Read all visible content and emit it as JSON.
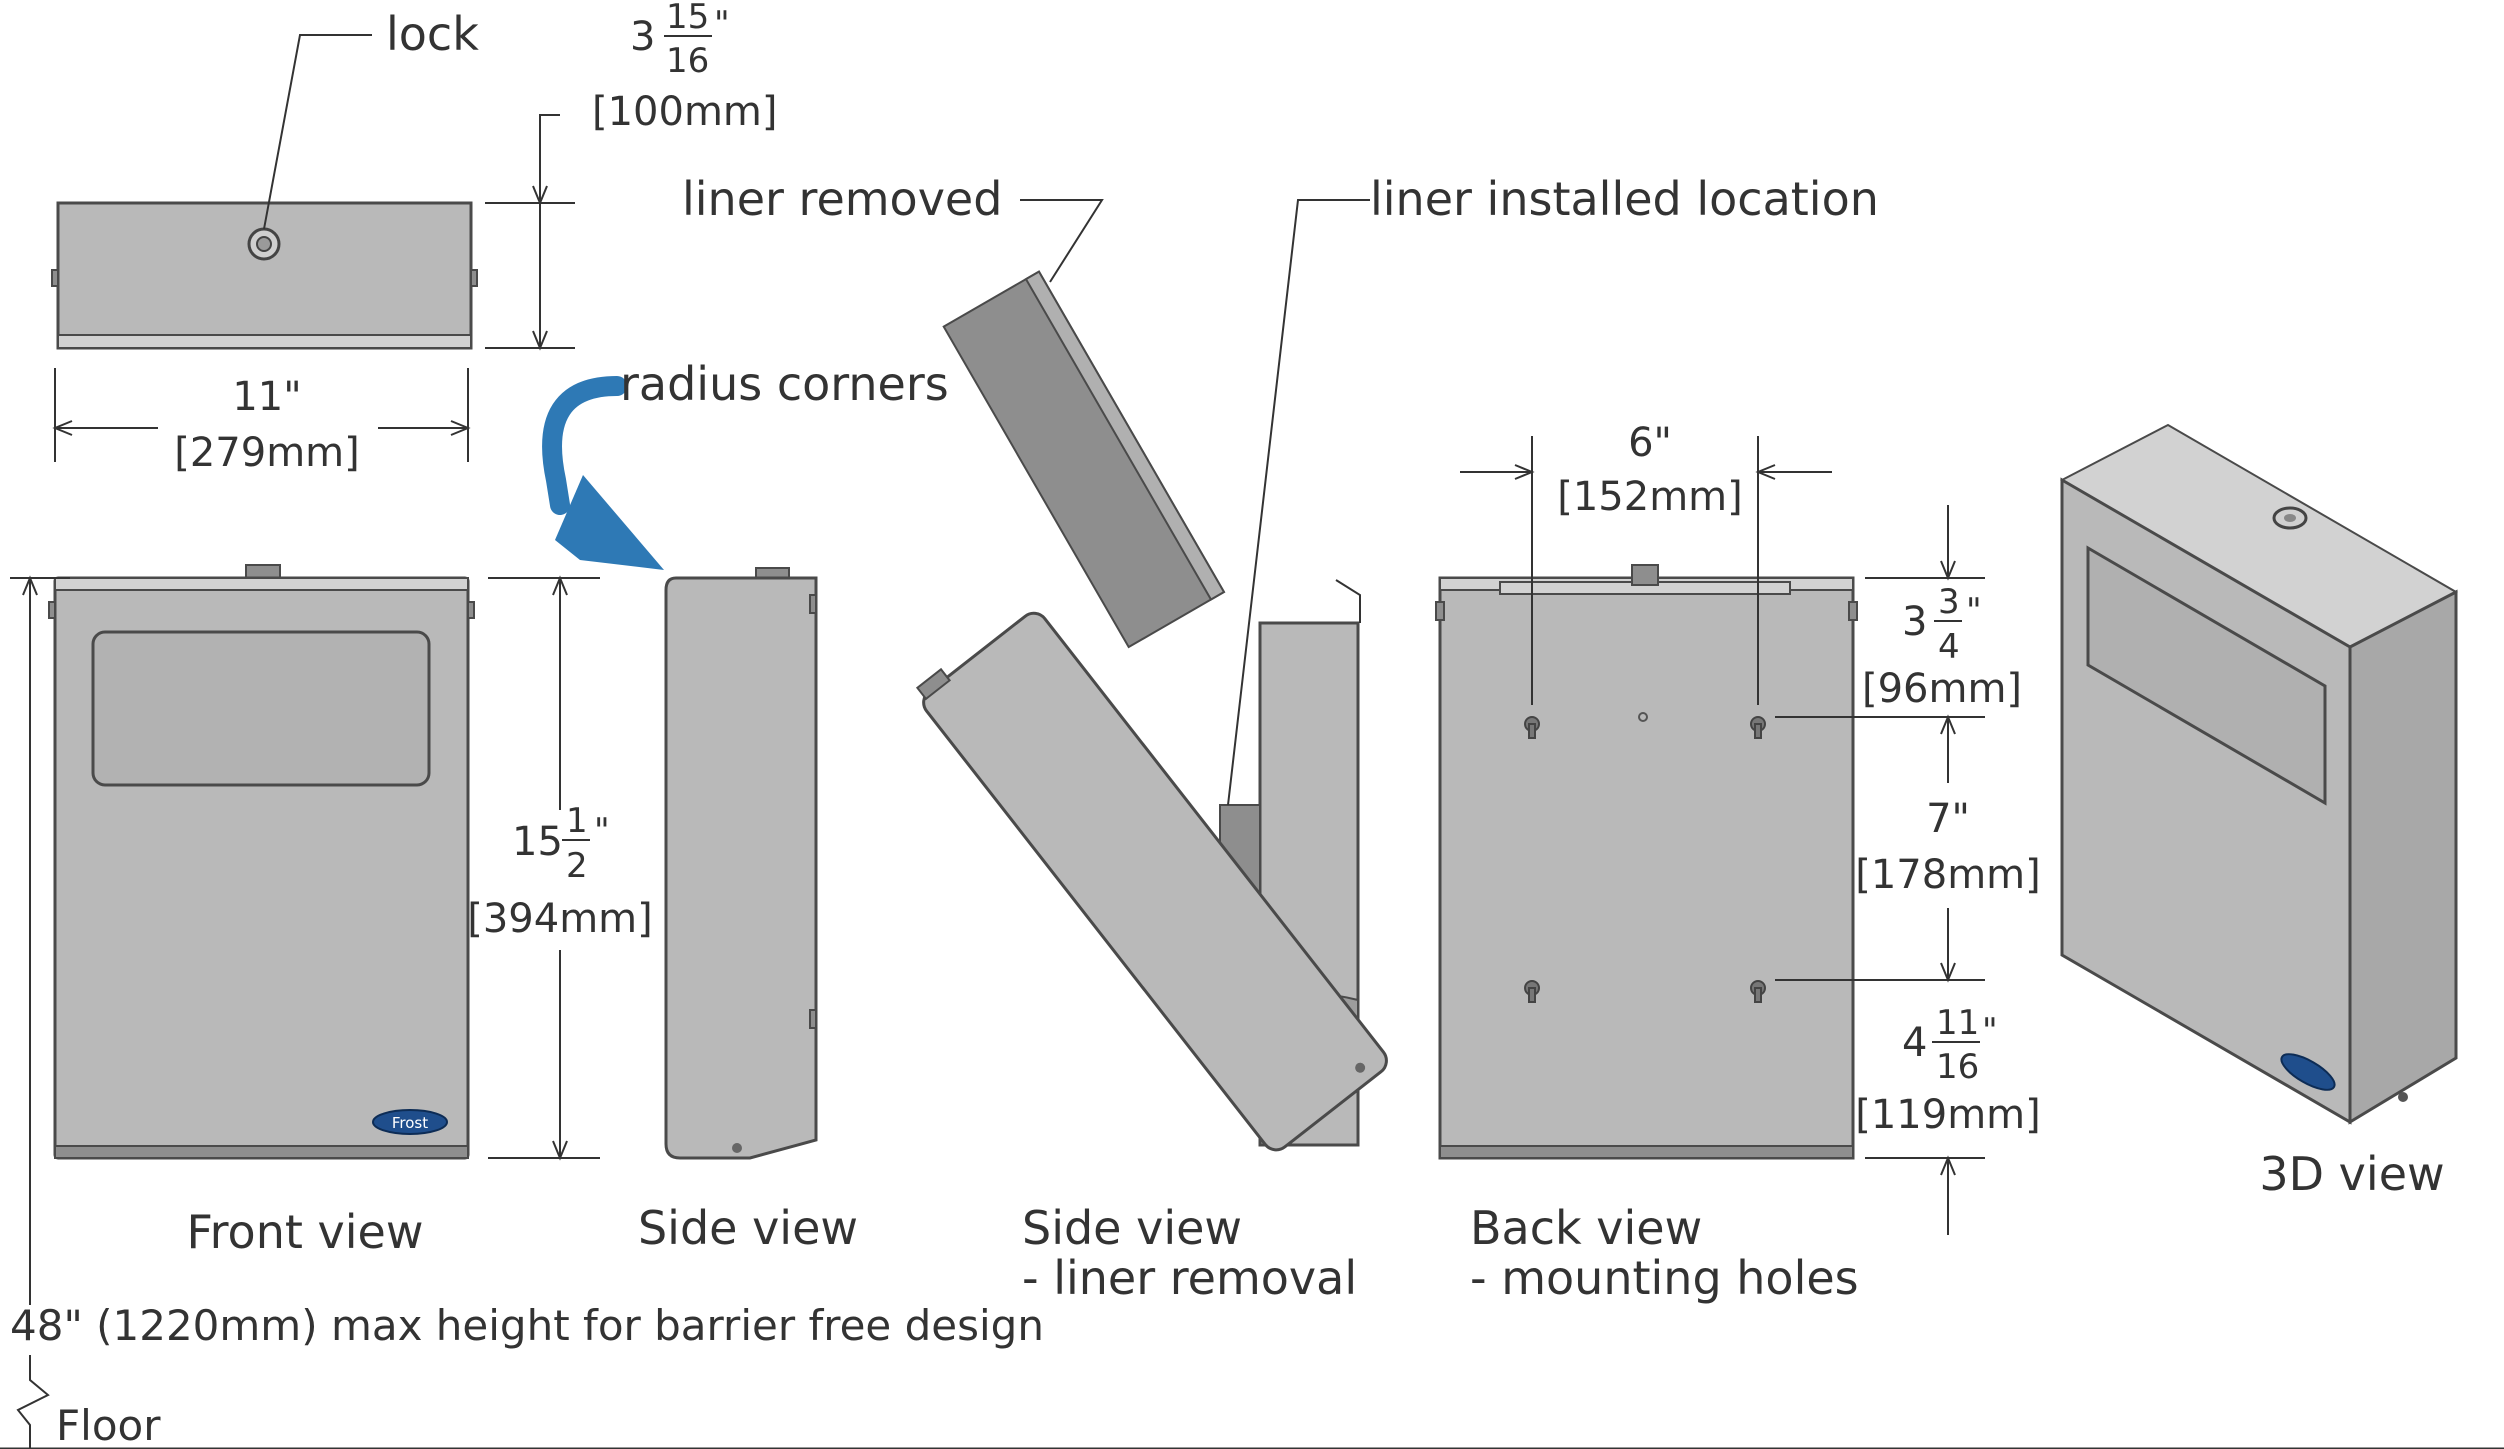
{
  "labels": {
    "lock": "lock",
    "liner_removed": "liner removed",
    "liner_installed": "liner installed location",
    "radius_corners": "radius corners",
    "front_view": "Front view",
    "side_view": "Side view",
    "side_view_liner_1": "Side view",
    "side_view_liner_2": "- liner removal",
    "back_view_1": "Back view",
    "back_view_2": "- mounting holes",
    "view_3d": "3D view",
    "max_height": "48\" (1220mm) max height for barrier free design",
    "floor": "Floor"
  },
  "dimensions": {
    "depth": {
      "whole": "3",
      "num": "15",
      "den": "16",
      "unit": "\"",
      "metric": "[100mm]"
    },
    "width": {
      "text": "11\"",
      "metric": "[279mm]"
    },
    "height": {
      "whole": "15",
      "num": "1",
      "den": "2",
      "unit": "\"",
      "metric": "[394mm]"
    },
    "hole_spacing": {
      "text": "6\"",
      "metric": "[152mm]"
    },
    "top_to_hole": {
      "whole": "3",
      "num": "3",
      "den": "4",
      "unit": "\"",
      "metric": "[96mm]"
    },
    "hole_to_hole": {
      "text": "7\"",
      "metric": "[178mm]"
    },
    "hole_to_bottom": {
      "whole": "4",
      "num": "11",
      "den": "16",
      "unit": "\"",
      "metric": "[119mm]"
    }
  },
  "logo": "Frost",
  "colors": {
    "arrow": "#2e79b5",
    "body": "#b9b9b9",
    "line": "#333333",
    "logo": "#1f4e8c"
  }
}
